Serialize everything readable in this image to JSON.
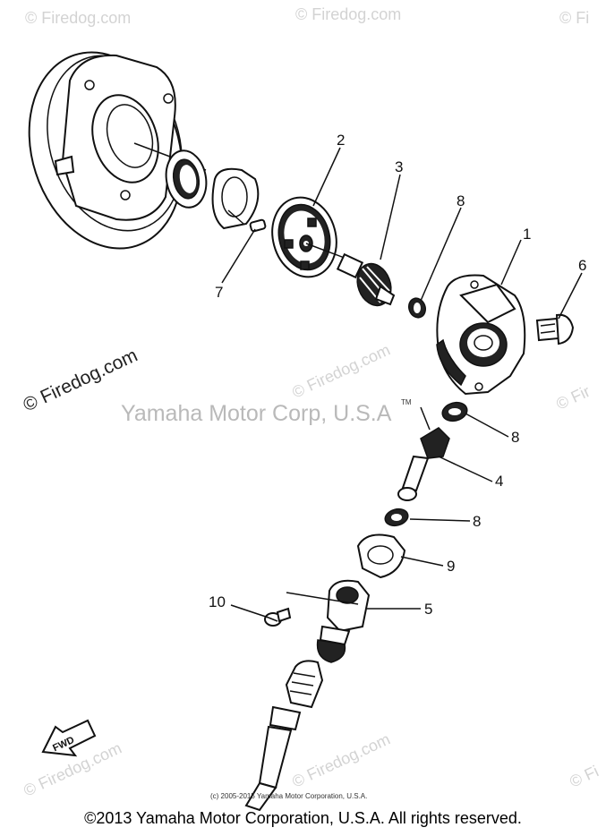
{
  "watermarks": {
    "site": "© Firedog.com",
    "site_short": "© Fi",
    "site_edge": "© Fir",
    "center": "Yamaha Motor Corp, U.S.A",
    "tm": "TM"
  },
  "callouts": [
    "1",
    "2",
    "3",
    "4",
    "5",
    "6",
    "7",
    "8",
    "8",
    "8",
    "9",
    "10"
  ],
  "fwd_label": "FWD",
  "small_copyright": "(c) 2005-2015 Yamaha Motor Corporation, U.S.A.",
  "copyright": "©2013 Yamaha Motor Corporation, U.S.A. All rights reserved."
}
